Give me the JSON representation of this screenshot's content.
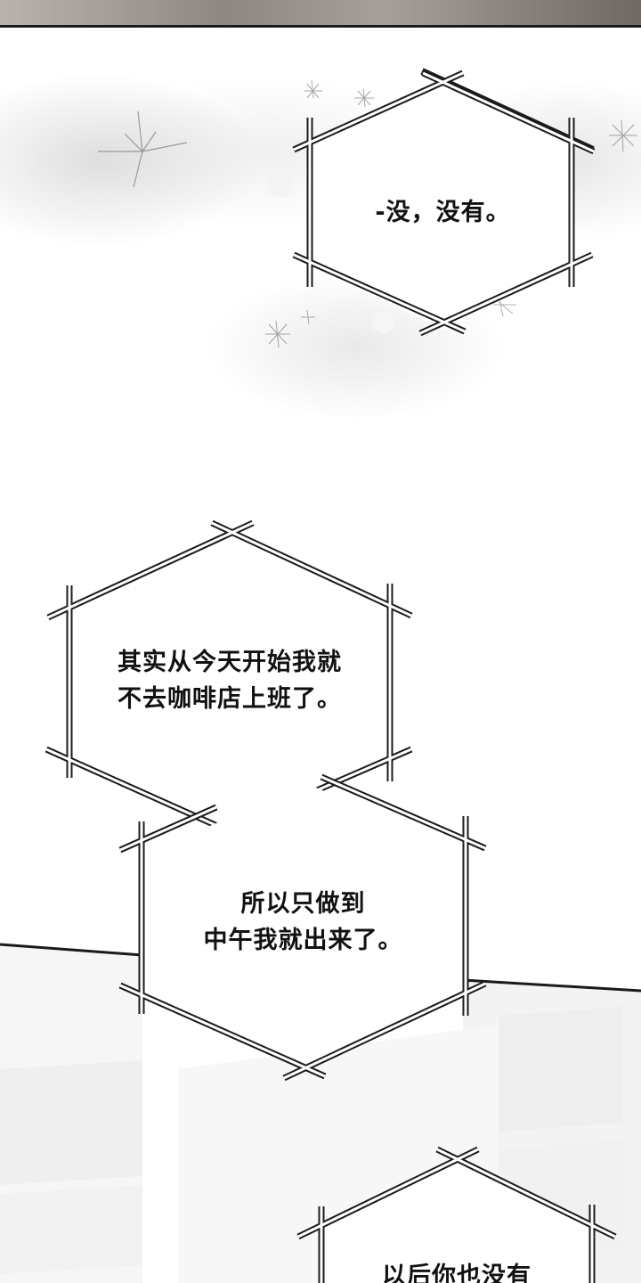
{
  "panel_top": {
    "bubble_1": {
      "text": "-没，没有。"
    }
  },
  "panel_middle": {
    "bubble_2": {
      "text": "其实从今天开始我就\n不去咖啡店上班了。"
    },
    "bubble_3": {
      "text": "所以只做到\n中午我就出来了。"
    }
  },
  "panel_bottom": {
    "bubble_4": {
      "text": "以后你也没有"
    }
  },
  "colors": {
    "bubble_stroke": "#1b1b1b",
    "bubble_fill": "#ffffff",
    "text": "#111111",
    "divider": "#1a1a1a"
  }
}
